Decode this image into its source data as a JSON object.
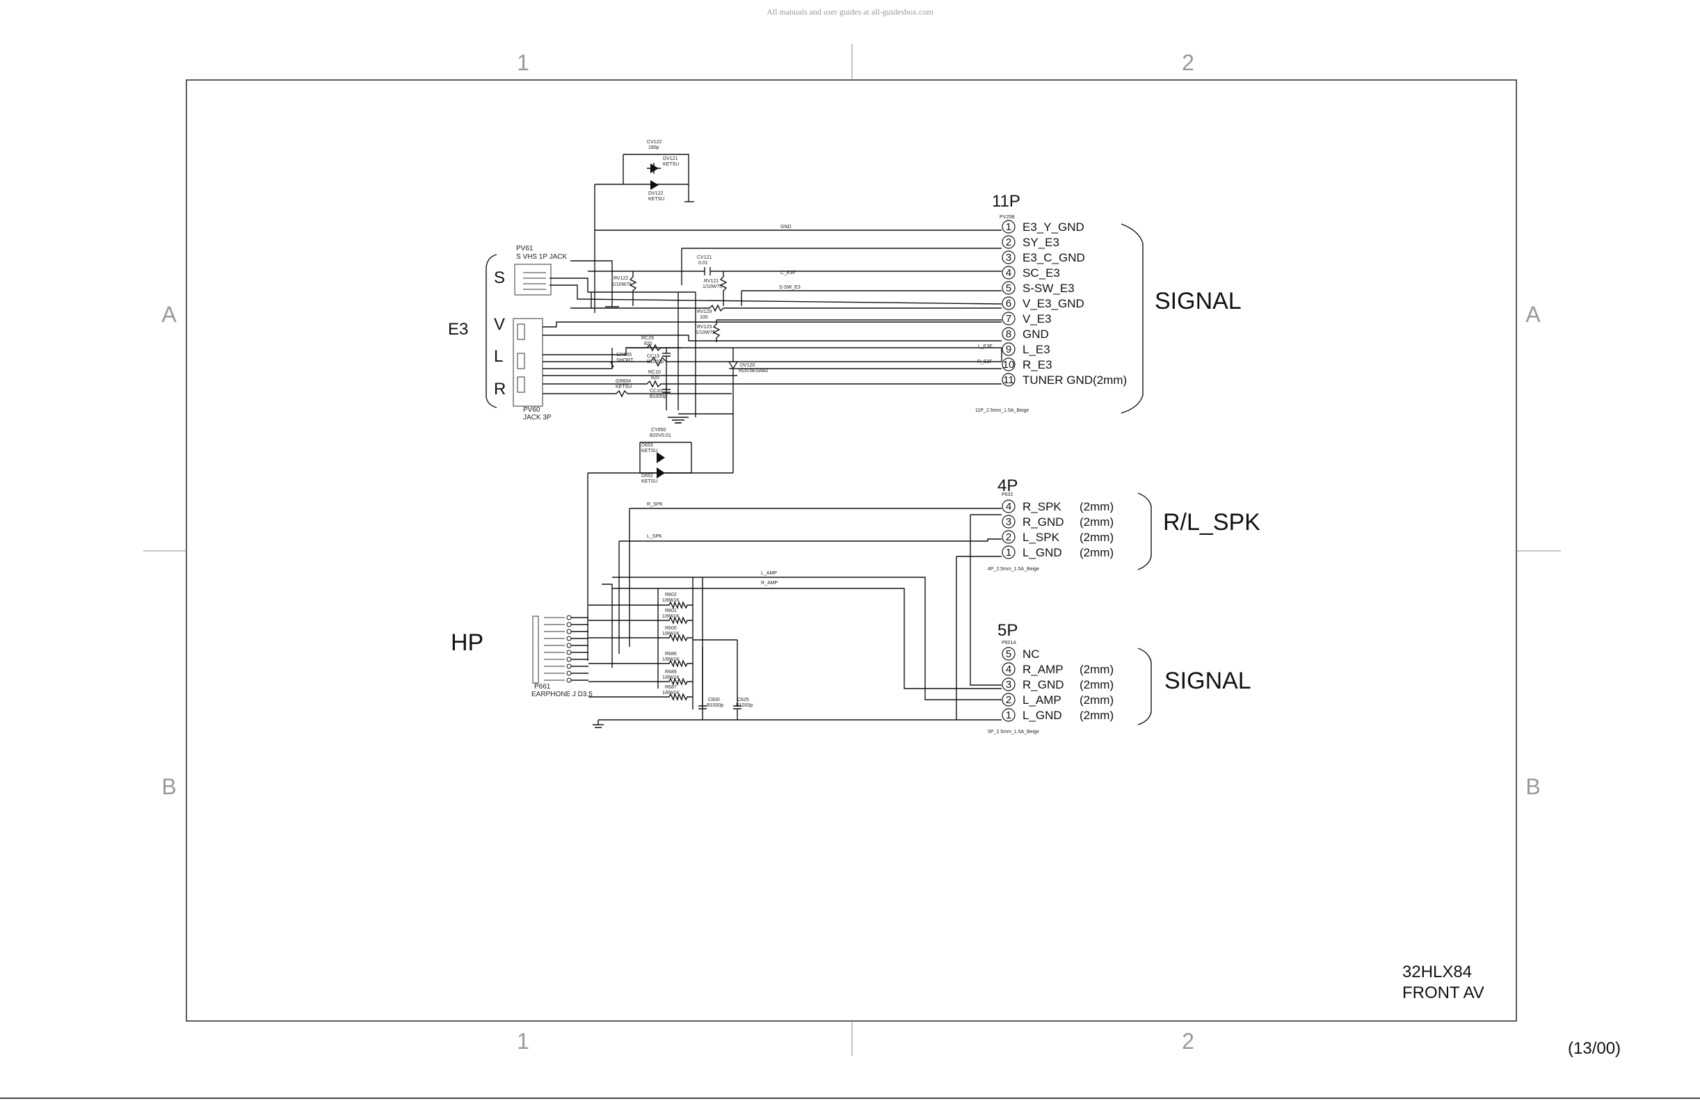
{
  "watermark": "All manuals and user guides at all-guidesbox.com",
  "zones": {
    "col1": "1",
    "col2": "2",
    "rowA": "A",
    "rowB": "B"
  },
  "page_number": "(13/00)",
  "title_block": {
    "model": "32HLX84",
    "sheet_name": "FRONT AV"
  },
  "connectors": {
    "p11": {
      "header": "11P",
      "ref": "PV25B",
      "footprint": "11P_2.5mm_1.5A_Beige",
      "group_label": "SIGNAL",
      "pins": [
        {
          "num": "1",
          "name": "E3_Y_GND"
        },
        {
          "num": "2",
          "name": "SY_E3"
        },
        {
          "num": "3",
          "name": "E3_C_GND"
        },
        {
          "num": "4",
          "name": "SC_E3"
        },
        {
          "num": "5",
          "name": "S-SW_E3"
        },
        {
          "num": "6",
          "name": "V_E3_GND"
        },
        {
          "num": "7",
          "name": "V_E3"
        },
        {
          "num": "8",
          "name": "GND"
        },
        {
          "num": "9",
          "name": "L_E3"
        },
        {
          "num": "10",
          "name": "R_E3"
        },
        {
          "num": "11",
          "name": "TUNER GND(2mm)"
        }
      ]
    },
    "p4": {
      "header": "4P",
      "ref": "P632",
      "footprint": "4P_2.5mm_1.5A_Beige",
      "group_label": "R/L_SPK",
      "pins": [
        {
          "num": "4",
          "name": "R_SPK",
          "note": "(2mm)"
        },
        {
          "num": "3",
          "name": "R_GND",
          "note": "(2mm)"
        },
        {
          "num": "2",
          "name": "L_SPK",
          "note": "(2mm)"
        },
        {
          "num": "1",
          "name": "L_GND",
          "note": "(2mm)"
        }
      ]
    },
    "p5": {
      "header": "5P",
      "ref": "P601A",
      "footprint": "5P_2.5mm_1.5A_Beige",
      "group_label": "SIGNAL",
      "pins": [
        {
          "num": "5",
          "name": "NC",
          "note": ""
        },
        {
          "num": "4",
          "name": "R_AMP",
          "note": "(2mm)"
        },
        {
          "num": "3",
          "name": "R_GND",
          "note": "(2mm)"
        },
        {
          "num": "2",
          "name": "L_AMP",
          "note": "(2mm)"
        },
        {
          "num": "1",
          "name": "L_GND",
          "note": "(2mm)"
        }
      ]
    }
  },
  "inputs": {
    "e3_label": "E3",
    "s": "S",
    "v": "V",
    "l": "L",
    "r": "R",
    "svhs_ref": "PV61",
    "svhs_desc": "S VHS 1P JACK",
    "jack_ref": "PV60",
    "jack_desc": "JACK 3P",
    "hp_label": "HP",
    "earphone_ref": "P661",
    "earphone_desc": "EARPHONE J D3.5"
  },
  "components": {
    "cv122": "CV122",
    "cv122_v": "180p",
    "dv121": "DV121",
    "dv121_v": "KETSU",
    "dv122": "DV122",
    "dv122_v": "KETSU",
    "gnd_net": "GND",
    "cv121": "CV121",
    "cv121_v": "0.01",
    "rv122": "RV122",
    "rv122_v": "1/10W75",
    "rv121": "RV121",
    "rv121_v": "1/10W75",
    "rv129": "RV129",
    "rv129_v": "100",
    "rv123": "RV123",
    "rv123_v": "1/10W75",
    "rc29": "RC29",
    "rc29_v": "820",
    "cc13": "CC13",
    "cc13_v": "B1000p",
    "gr605": "GR605",
    "gr605_v": "SHORT",
    "rc10": "RC10",
    "rc10_v": "820",
    "cc10": "CC10",
    "cc10_v": "B1000p",
    "gr604": "GR604",
    "gr604_v": "KETSU",
    "dv120": "DV120",
    "dv120_v": "RD5.6ESAB2",
    "cy650": "CY650",
    "cy650_v": "B20V0.01",
    "d653": "D653",
    "d653_v": "KETSU",
    "d652": "D652",
    "d652_v": "KETSU",
    "r602": "R602",
    "r602_v": "1/8W1K",
    "r601": "R601",
    "r601_v": "1/8W1K",
    "r600": "R600",
    "r600_v": "1/8W1K",
    "r686": "R686",
    "r686_v": "1/8W1K",
    "r689": "R689",
    "r689_v": "1/8W1K",
    "r687": "R687",
    "r687_v": "1/8W1K",
    "c600": "C600",
    "c600_v": "B1000p",
    "c625": "C625",
    "c625_v": "B1000p",
    "net_le3f": "L_E3F",
    "net_re3f": "R_E3F",
    "net_ce3f": "C_E3F",
    "net_ssw": "S-SW_E3",
    "net_rspk": "R_SPK",
    "net_lspk": "L_SPK",
    "net_lamp": "L_AMP",
    "net_ramp": "R_AMP"
  }
}
